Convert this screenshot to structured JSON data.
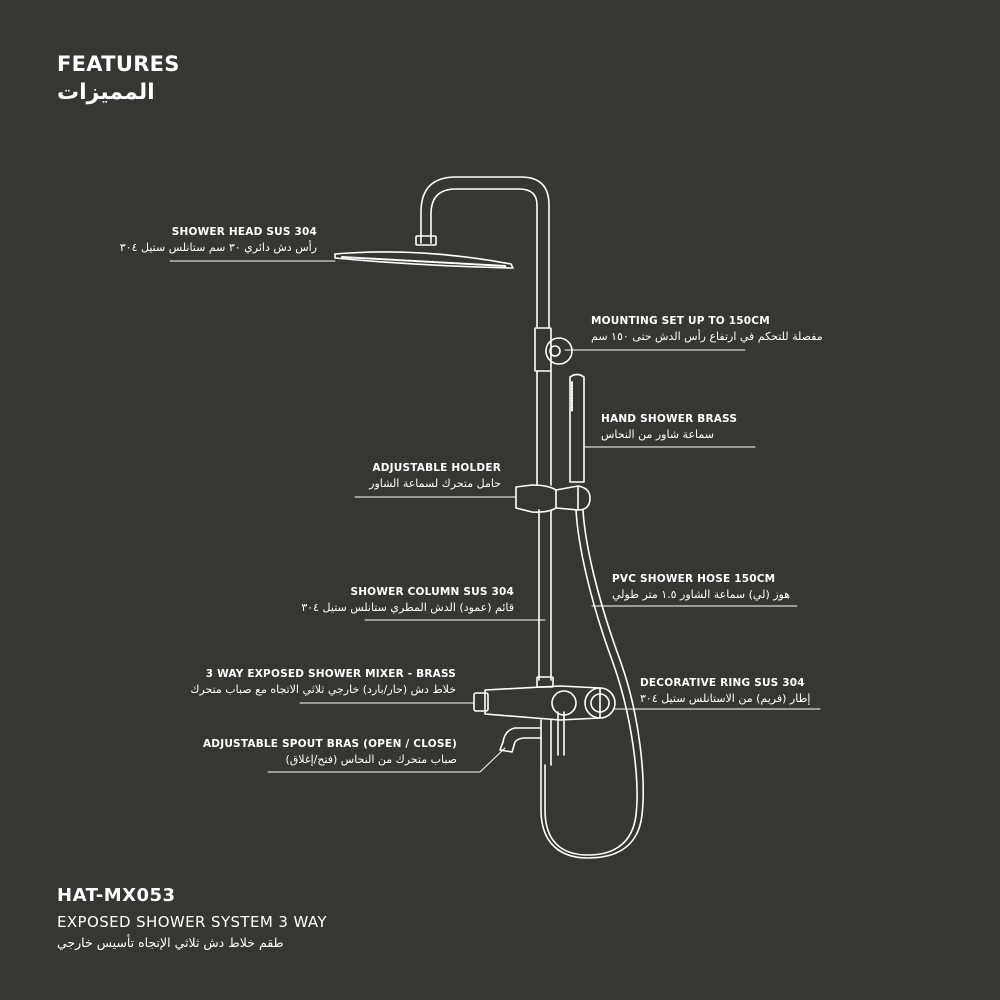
{
  "header": {
    "title_en": "FEATURES",
    "title_ar": "المميزات"
  },
  "features": {
    "shower_head": {
      "en": "SHOWER HEAD SUS 304",
      "ar": "رأس دش دائري ٣٠ سم ستانلس ستيل ٣٠٤"
    },
    "mounting_set": {
      "en": "MOUNTING SET UP TO 150CM",
      "ar": "مفصلة للتحكم في ارتفاع رأس الدش حتى ١٥٠ سم"
    },
    "hand_shower": {
      "en": "HAND SHOWER BRASS",
      "ar": "سماعة شاور من النحاس"
    },
    "adjustable_holder": {
      "en": "ADJUSTABLE HOLDER",
      "ar": "حامل متحرك لسماعة الشاور"
    },
    "pvc_hose": {
      "en": "PVC SHOWER HOSE 150CM",
      "ar": "هوز (لي) سماعة الشاور ١.٥ متر طولي"
    },
    "shower_column": {
      "en": "SHOWER COLUMN SUS 304",
      "ar": "قائم (عمود) الدش المطري ستانلس ستيل ٣٠٤"
    },
    "mixer": {
      "en": "3 WAY EXPOSED SHOWER MIXER - BRASS",
      "ar": "خلاط دش (حار/بارد) خارجي ثلاثي الاتجاه مع صباب متحرك"
    },
    "decorative_ring": {
      "en": "DECORATIVE RING SUS 304",
      "ar": "إطار (فريم) من الاستانلس ستيل ٣٠٤"
    },
    "spout": {
      "en": "ADJUSTABLE SPOUT BRAS (OPEN / CLOSE)",
      "ar": "صباب متحرك من النحاس (فتح/إغلاق)"
    }
  },
  "product": {
    "model": "HAT-MX053",
    "name_en": "EXPOSED SHOWER SYSTEM 3 WAY",
    "name_ar": "طقم خلاط دش ثلاثي الإتجاه تأسيس خارجي"
  },
  "colors": {
    "background": "#363632",
    "line": "#ffffff"
  }
}
